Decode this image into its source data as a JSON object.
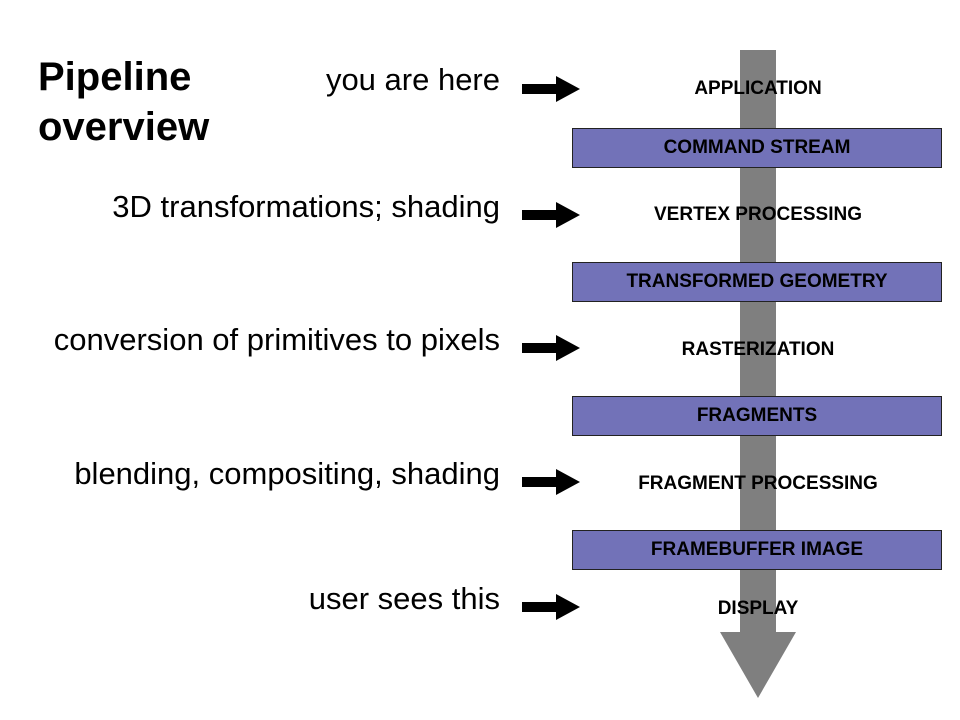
{
  "title": {
    "line1": "Pipeline",
    "line2": "overview"
  },
  "annotations": [
    {
      "text": "you are here"
    },
    {
      "text": "3D transformations; shading"
    },
    {
      "text": "conversion of primitives to pixels"
    },
    {
      "text": "blending, compositing, shading"
    },
    {
      "text": "user sees this"
    }
  ],
  "stages": [
    {
      "label": "APPLICATION"
    },
    {
      "label": "VERTEX PROCESSING"
    },
    {
      "label": "RASTERIZATION"
    },
    {
      "label": "FRAGMENT PROCESSING"
    },
    {
      "label": "DISPLAY"
    }
  ],
  "data_boxes": [
    {
      "label": "COMMAND STREAM"
    },
    {
      "label": "TRANSFORMED GEOMETRY"
    },
    {
      "label": "FRAGMENTS"
    },
    {
      "label": "FRAMEBUFFER IMAGE"
    }
  ],
  "colors": {
    "box_fill": "#7272b8",
    "spine": "#7f7f7f",
    "arrow": "#000000"
  }
}
